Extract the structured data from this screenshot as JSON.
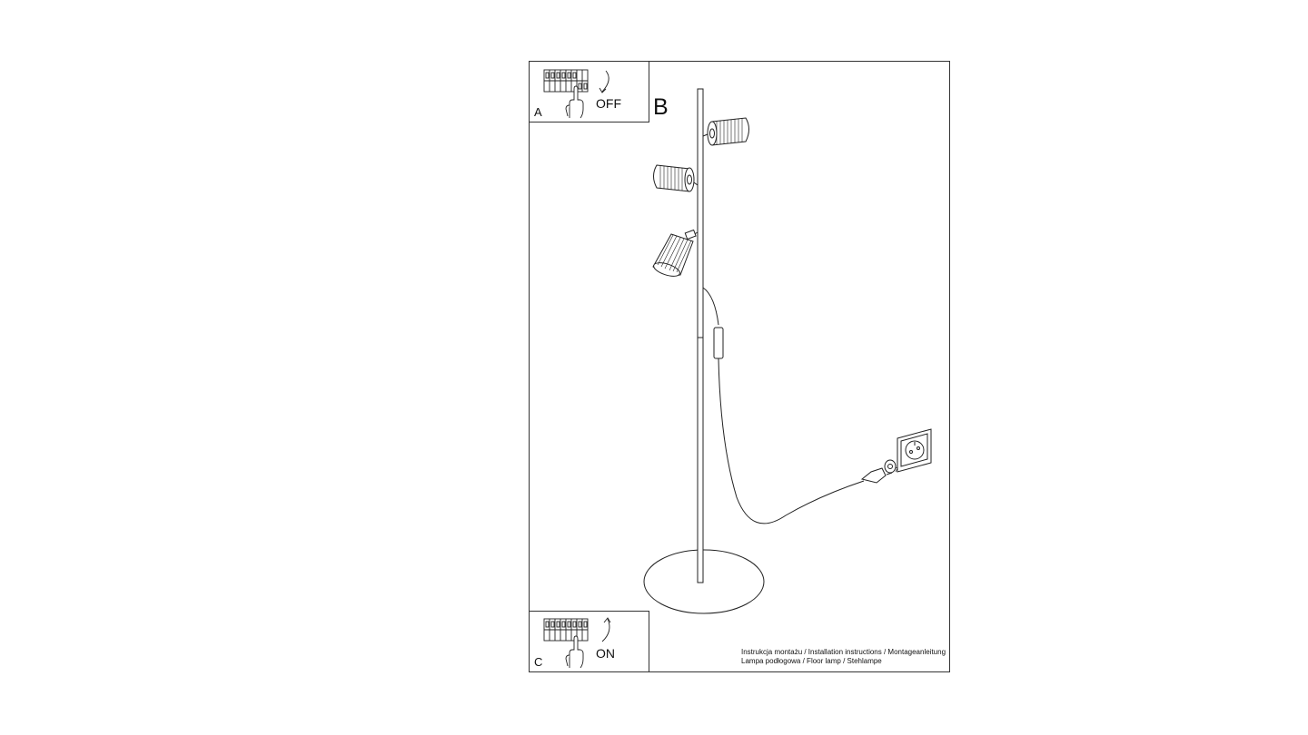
{
  "panel_a": {
    "letter": "A",
    "state": "OFF"
  },
  "panel_b": {
    "letter": "B"
  },
  "panel_c": {
    "letter": "C",
    "state": "ON"
  },
  "caption": {
    "line1": "Instrukcja montażu / Installation instructions / Montageanleitung",
    "line2": "Lampa podłogowa / Floor lamp / Stehlampe"
  },
  "icons": [
    "fuse-box-icon",
    "hand-icon",
    "rotate-arrow-icon",
    "floor-lamp-illustration",
    "wall-socket-icon",
    "plug-icon"
  ]
}
